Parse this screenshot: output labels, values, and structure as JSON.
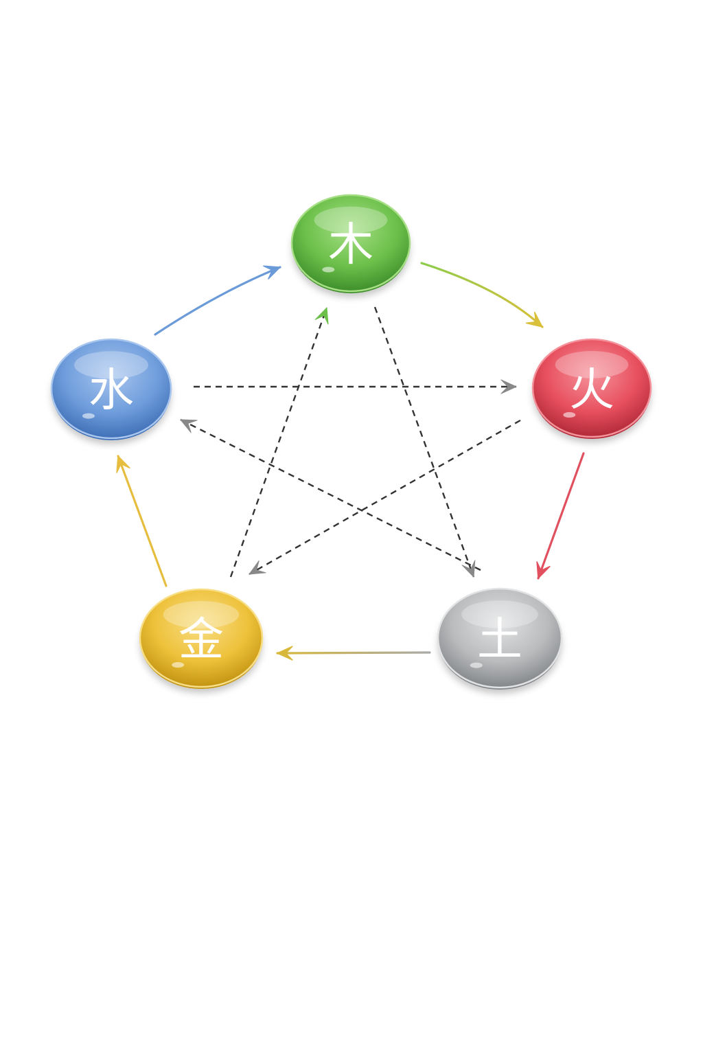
{
  "nodes": [
    {
      "id": "wood",
      "label": "木",
      "color": "#6cc04a",
      "light": "#a6df86",
      "dark": "#3f8f2c"
    },
    {
      "id": "fire",
      "label": "火",
      "color": "#e8505f",
      "light": "#f5939c",
      "dark": "#b22a39"
    },
    {
      "id": "earth",
      "label": "土",
      "color": "#b9bbbd",
      "light": "#e2e3e4",
      "dark": "#84878a"
    },
    {
      "id": "metal",
      "label": "金",
      "color": "#eec13a",
      "light": "#f8de86",
      "dark": "#c29412"
    },
    {
      "id": "water",
      "label": "水",
      "color": "#6f9ddc",
      "light": "#a9c6ee",
      "dark": "#4070b7"
    }
  ],
  "generating_cycle": [
    {
      "from": "wood",
      "to": "fire",
      "color": "#d9bf3a",
      "color_start": "#8ccc4a"
    },
    {
      "from": "fire",
      "to": "earth",
      "color": "#e0505f"
    },
    {
      "from": "earth",
      "to": "metal",
      "color": "#d8b83a",
      "color_start": "#a9a9a9"
    },
    {
      "from": "metal",
      "to": "water",
      "color": "#e6bd3e"
    },
    {
      "from": "water",
      "to": "wood",
      "color": "#6b9ad8"
    }
  ],
  "controlling_cycle": [
    {
      "from": "wood",
      "to": "earth",
      "line_color": "#333333",
      "head_color": "#888888"
    },
    {
      "from": "earth",
      "to": "water",
      "line_color": "#333333",
      "head_color": "#888888"
    },
    {
      "from": "water",
      "to": "fire",
      "line_color": "#333333",
      "head_color": "#888888"
    },
    {
      "from": "fire",
      "to": "metal",
      "line_color": "#333333",
      "head_color": "#888888"
    },
    {
      "from": "metal",
      "to": "wood",
      "line_color": "#333333",
      "head_color": "#6cc04a"
    }
  ]
}
